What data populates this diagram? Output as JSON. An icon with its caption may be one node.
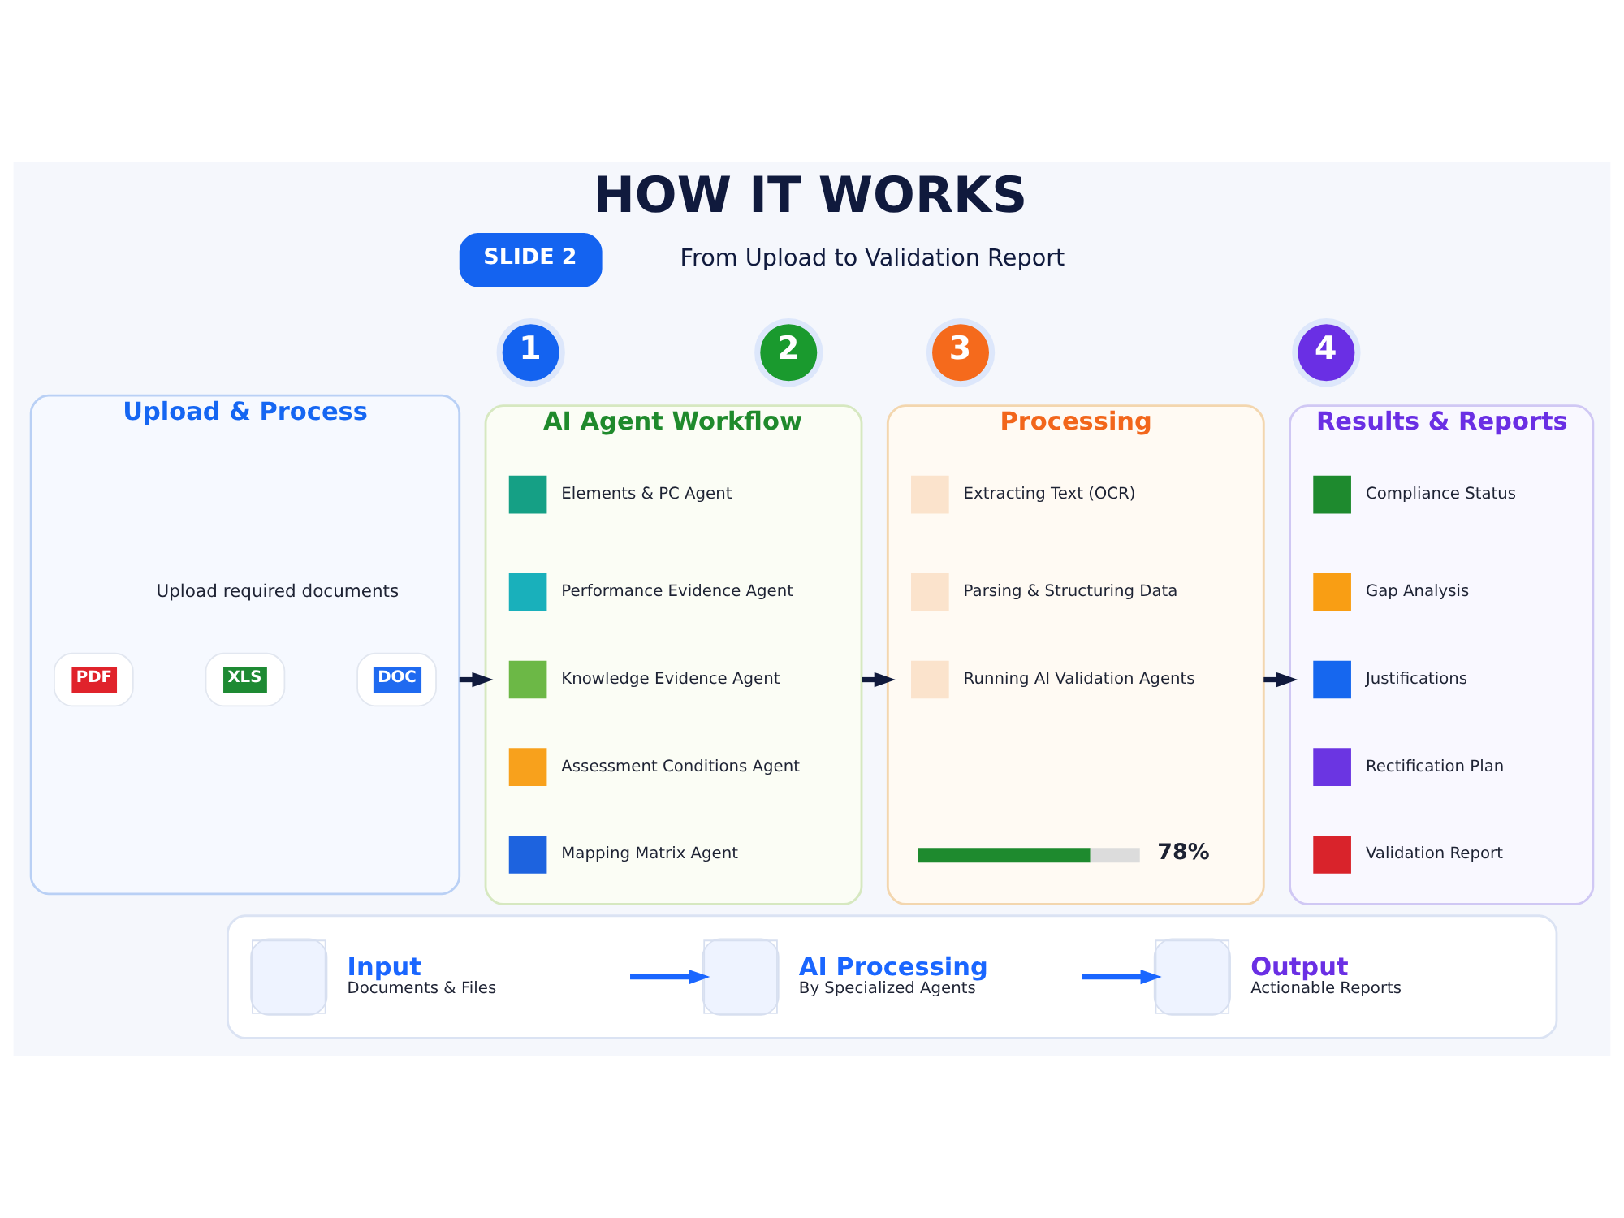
{
  "diagram": {
    "title": "HOW IT WORKS",
    "nodes": [
      {
        "text": [
          "SLIDE 2"
        ]
      },
      {
        "text": [
          "1"
        ]
      },
      {
        "text": [
          "Upload & Process"
        ]
      },
      {
        "text": [
          "PDF"
        ],
        "in": 2
      },
      {
        "text": [
          "XLS"
        ],
        "in": 2
      },
      {
        "text": [
          "DOC"
        ],
        "in": 2
      },
      {
        "text": [
          "2"
        ]
      },
      {
        "text": [
          "AI Agent Workflow"
        ]
      },
      {
        "text": [
          "Elements & PC Agent"
        ],
        "in": 7
      },
      {
        "text": [
          "Performance Evidence Agent"
        ],
        "in": 7
      },
      {
        "text": [
          "Knowledge Evidence Agent"
        ],
        "in": 7
      },
      {
        "text": [
          "Assessment Conditions Agent"
        ],
        "in": 7
      },
      {
        "text": [
          "Mapping Matrix Agent"
        ],
        "in": 7
      },
      {
        "text": [
          "3"
        ]
      },
      {
        "text": [
          "Processing"
        ]
      },
      {
        "text": [
          "Extracting Text (OCR)"
        ],
        "in": 14
      },
      {
        "text": [
          "Parsing & Structuring Data"
        ],
        "in": 14
      },
      {
        "text": [
          "Running AI Validation Agents"
        ],
        "in": 14
      },
      {
        "text": [
          "4"
        ]
      },
      {
        "text": [
          "Results & Reports"
        ]
      },
      {
        "text": [
          "Compliance Status"
        ],
        "in": 19
      },
      {
        "text": [
          "Gap Analysis"
        ],
        "in": 19
      },
      {
        "text": [
          "Justifications"
        ],
        "in": 19
      },
      {
        "text": [
          "Rectification Plan"
        ],
        "in": 19
      },
      {
        "text": [
          "Validation Report"
        ],
        "in": 19
      },
      {
        "text": [],
        "shape": "box"
      },
      {
        "text": [
          "Input",
          "Documents & Files"
        ],
        "in": 25
      },
      {
        "text": [
          "AI Processing",
          "By Specialized Agents"
        ],
        "in": 25
      },
      {
        "text": [
          "Output",
          "Actionable Reports"
        ],
        "in": 25
      }
    ],
    "edges": [
      {
        "from": 2,
        "to": 7,
        "arrow": "to"
      },
      {
        "from": 7,
        "to": 14,
        "arrow": "to"
      },
      {
        "from": 14,
        "to": 19,
        "arrow": "to"
      },
      {
        "from": 26,
        "to": 27,
        "arrow": "to",
        "color": "#1a66ff"
      },
      {
        "from": 27,
        "to": 28,
        "arrow": "to",
        "color": "#1a66ff"
      }
    ],
    "labels": [
      "From Upload to Validation Report",
      "Upload required documents",
      "78%"
    ]
  }
}
